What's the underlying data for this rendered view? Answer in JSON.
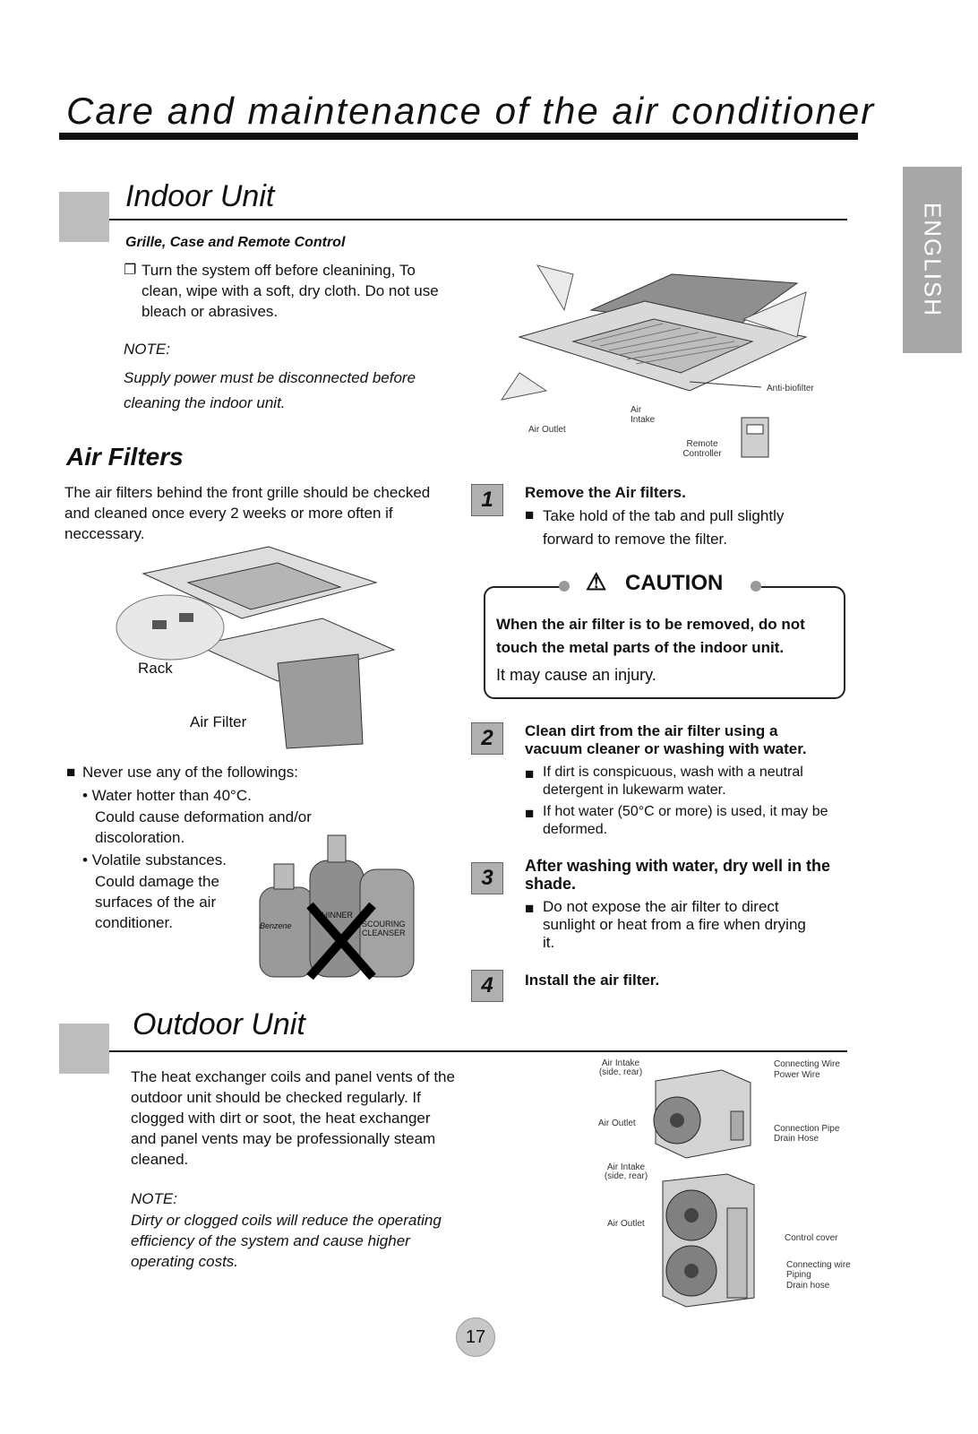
{
  "page": {
    "title": "Care and maintenance of the air conditioner",
    "side_tab": "ENGLISH",
    "page_number": "17"
  },
  "indoor": {
    "heading": "Indoor Unit",
    "subheading": "Grille, Case and Remote Control",
    "bullet": "Turn the system off before cleanining, To clean, wipe with a soft, dry cloth. Do not use bleach or abrasives.",
    "note_label": "NOTE:",
    "note_text": "Supply power must be disconnected before cleaning the indoor unit.",
    "diagram_labels": {
      "anti_biofilter": "Anti-biofilter",
      "air_intake": "Air Intake",
      "air_outlet": "Air Outlet",
      "remote_controller": "Remote Controller"
    }
  },
  "air_filters": {
    "heading": "Air Filters",
    "intro": "The air filters behind the front grille should be checked and cleaned once every 2 weeks or more often if neccessary.",
    "rack_label": "Rack",
    "air_filter_label": "Air Filter",
    "never_use": "Never use any of the followings:",
    "items": [
      {
        "head": "• Water hotter than 40°C.",
        "detail": "Could cause deformation and/or discoloration."
      },
      {
        "head": "• Volatile substances.",
        "detail": "Could damage the surfaces of the air conditioner."
      }
    ],
    "bottle_labels": [
      "Benzene",
      "THINNER",
      "SCOURING CLEANSER"
    ]
  },
  "steps": [
    {
      "num": "1",
      "title": "Remove the Air filters.",
      "bullets": [
        "Take hold of the tab and pull slightly forward to remove the filter."
      ]
    },
    {
      "num": "2",
      "title": "Clean dirt from the air filter using a vacuum cleaner or washing with water.",
      "bullets": [
        "If dirt is conspicuous, wash with a neutral detergent in lukewarm water.",
        "If hot water (50°C or more) is used, it may be deformed."
      ]
    },
    {
      "num": "3",
      "title": "After washing with water, dry well in the shade.",
      "bullets": [
        "Do not expose the air filter to direct sunlight or heat from a fire when drying it."
      ]
    },
    {
      "num": "4",
      "title": "Install the air filter.",
      "bullets": []
    }
  ],
  "caution": {
    "label": "CAUTION",
    "bold_text": "When the air filter is to be removed, do not touch the metal parts of the indoor unit.",
    "text": "It may cause an injury."
  },
  "outdoor": {
    "heading": "Outdoor Unit",
    "body": "The heat exchanger coils and panel vents of the outdoor unit should be checked regularly. If clogged with dirt or soot, the heat exchanger and panel vents may be professionally steam cleaned.",
    "note_label": "NOTE:",
    "note_text": "Dirty or clogged coils will reduce the operating efficiency of the system and cause higher operating costs.",
    "unit1_labels": {
      "air_intake": "Air Intake (side, rear)",
      "air_outlet": "Air Outlet",
      "connecting_wire": "Connecting Wire",
      "power_wire": "Power Wire",
      "connection_pipe": "Connection Pipe",
      "drain_hose": "Drain Hose"
    },
    "unit2_labels": {
      "air_intake": "Air Intake (side, rear)",
      "air_outlet": "Air Outlet",
      "control_cover": "Control cover",
      "connecting_wire": "Connecting wire",
      "piping": "Piping",
      "drain_hose": "Drain hose"
    }
  }
}
